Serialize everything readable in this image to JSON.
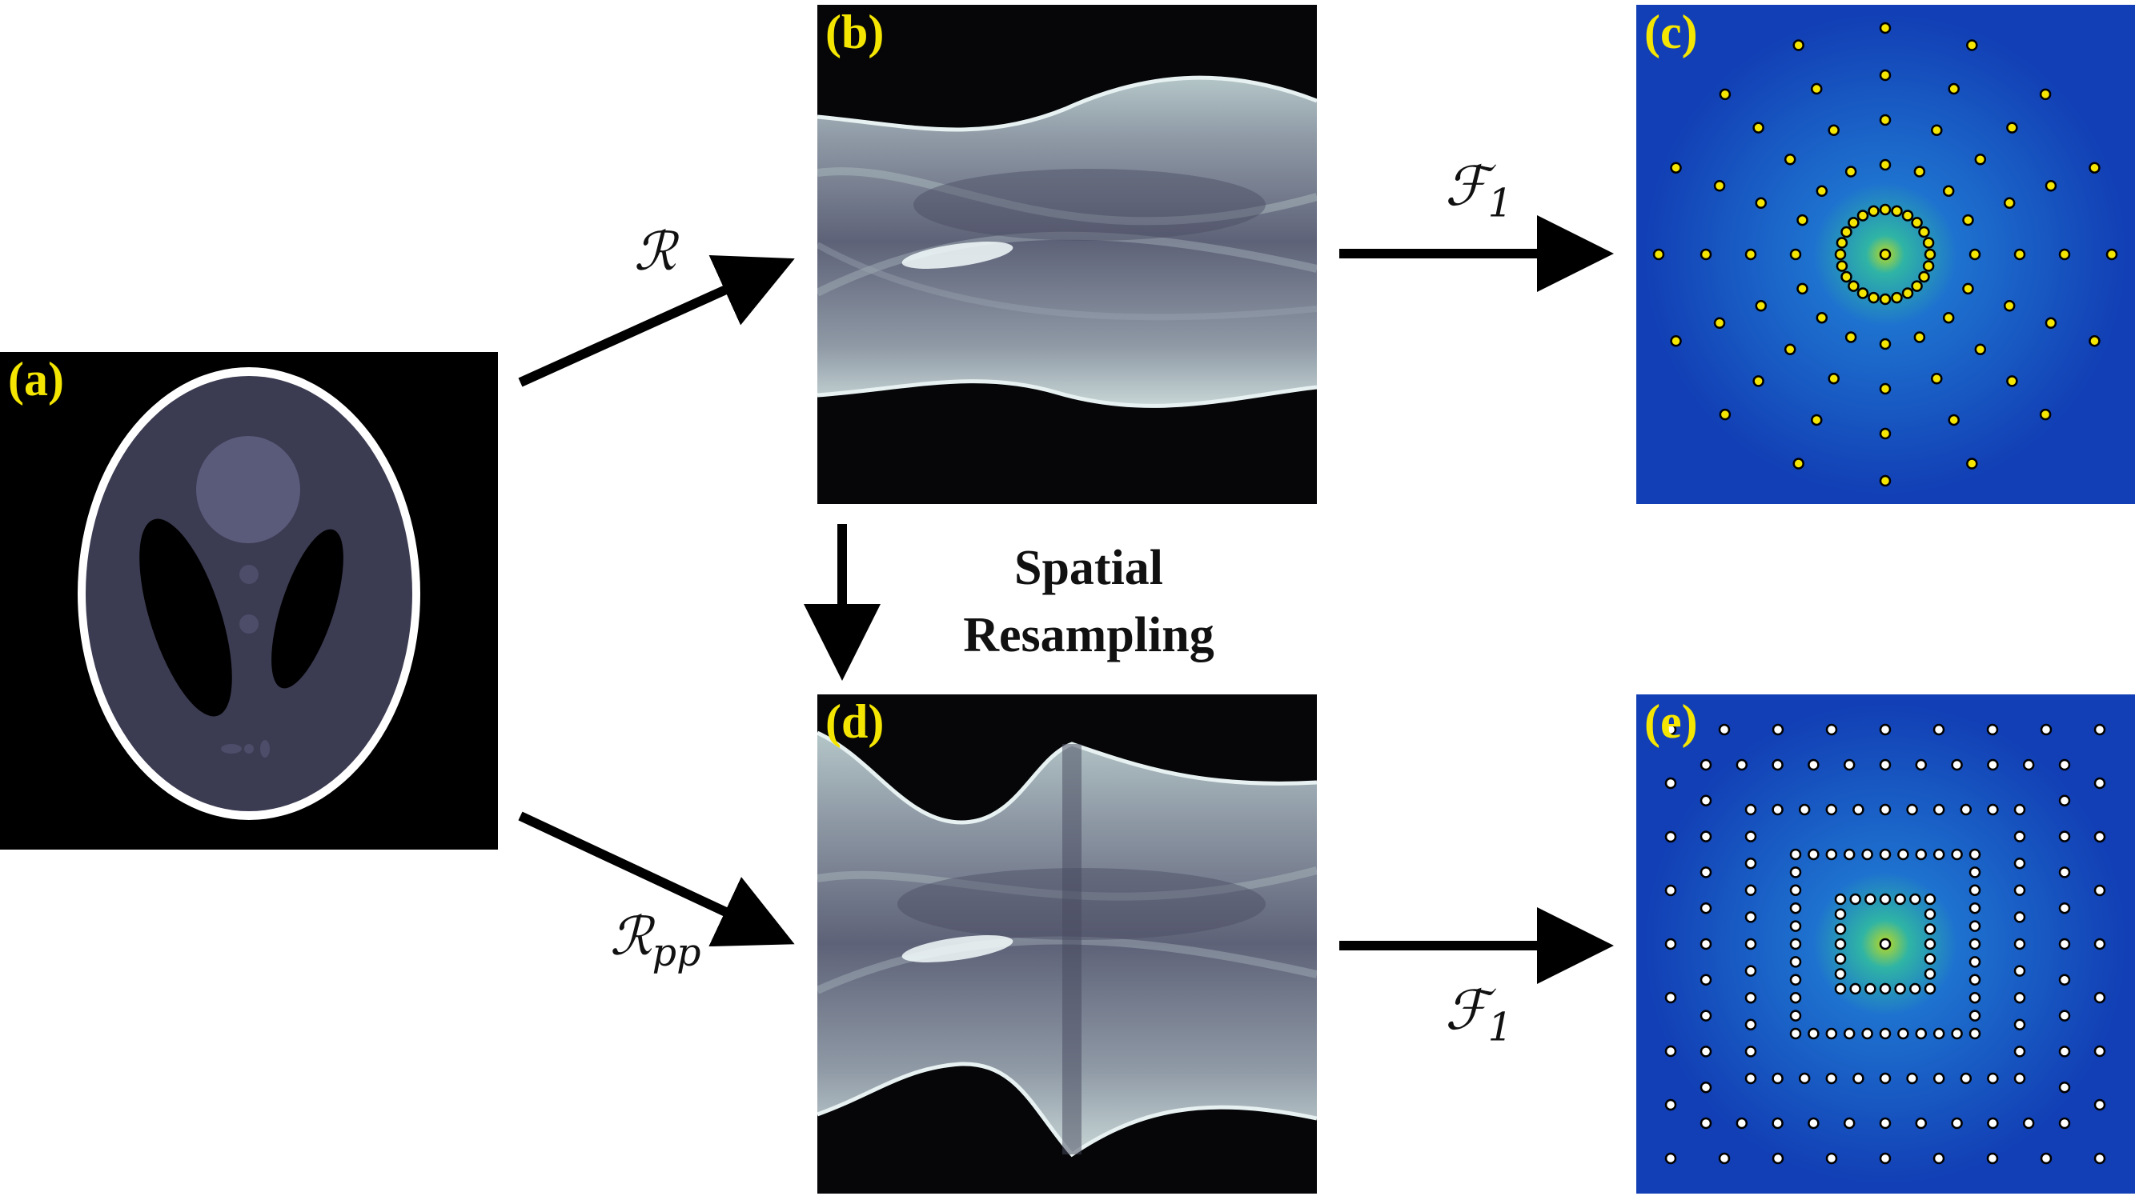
{
  "panels": {
    "a": {
      "label": "(a)"
    },
    "b": {
      "label": "(b)"
    },
    "c": {
      "label": "(c)"
    },
    "d": {
      "label": "(d)"
    },
    "e": {
      "label": "(e)"
    }
  },
  "operators": {
    "radon": "ℛ",
    "radon_pp": {
      "base": "ℛ",
      "sub": "pp"
    },
    "fourier_top": {
      "base": "ℱ",
      "sub": "1"
    },
    "fourier_bottom": {
      "base": "ℱ",
      "sub": "1"
    }
  },
  "spatial_resampling": {
    "line1": "Spatial",
    "line2": "Resampling"
  },
  "colors": {
    "panel_label": "#f4e600",
    "arrow": "#000000",
    "spectrum_bg": "#123fb5",
    "polar_samples": "#f4e600",
    "cartesian_samples": "#ffffff"
  },
  "icons": {
    "arrow_a_to_b": "arrow-icon",
    "arrow_a_to_d": "arrow-icon",
    "arrow_b_to_c": "arrow-icon",
    "arrow_b_to_d": "arrow-icon",
    "arrow_d_to_e": "arrow-icon"
  }
}
